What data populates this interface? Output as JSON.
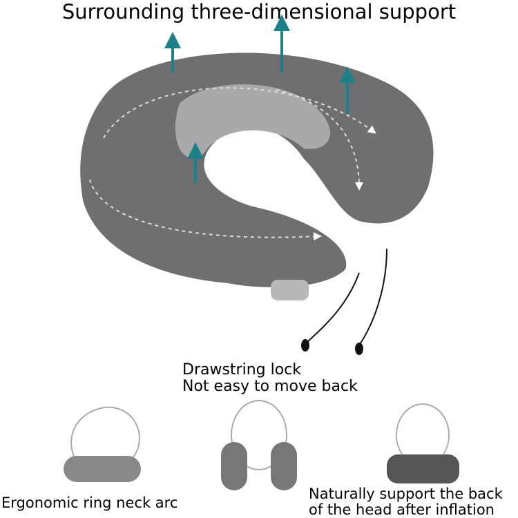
{
  "title": "Surrounding three-dimensional support",
  "drawstring": {
    "line1": "Drawstring lock",
    "line2": "Not easy to move back"
  },
  "captions": {
    "ergonomic": "Ergonomic ring neck arc",
    "natural_line1": "Naturally support the back",
    "natural_line2": "of the head after inflation"
  },
  "colors": {
    "pillow": "#6f6f72",
    "inner": "#a9a9ab",
    "arrow": "#1e7f86"
  },
  "icons": [
    "support-arrow-icon",
    "airflow-arrow-icon",
    "pump-button-icon",
    "drawstring-icon"
  ]
}
